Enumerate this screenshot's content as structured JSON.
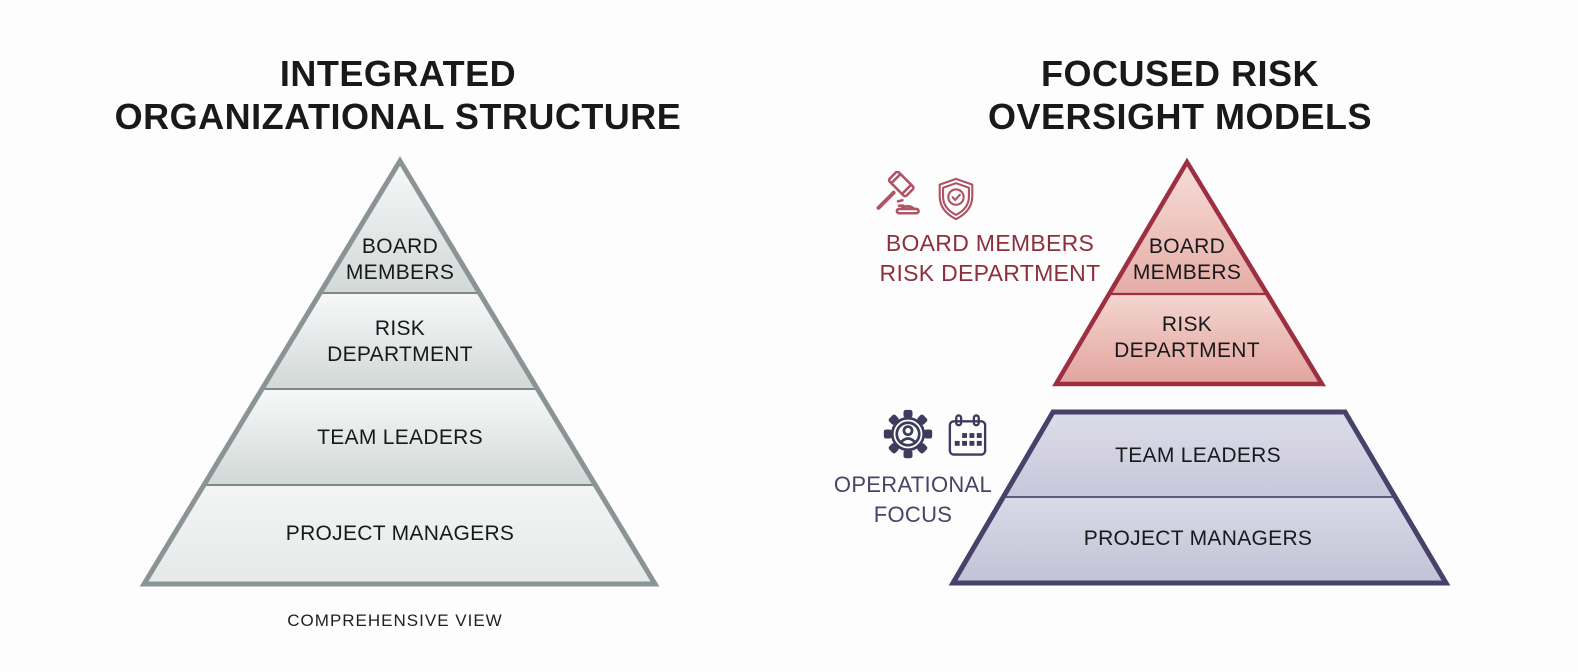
{
  "background_color": "#fdfdfd",
  "left_diagram": {
    "title_lines": [
      "INTEGRATED",
      "ORGANIZATIONAL STRUCTURE"
    ],
    "shape": "pyramid-4-level",
    "levels": [
      {
        "label": "BOARD MEMBERS"
      },
      {
        "label": "RISK DEPARTMENT"
      },
      {
        "label": "TEAM LEADERS"
      },
      {
        "label": "PROJECT MANAGERS"
      }
    ],
    "caption": "COMPREHENSIVE VIEW",
    "colors": {
      "border": "#8b9495",
      "fill_light": "#f6f8f8",
      "fill_dark": "#d2d8d7",
      "text": "#17191b"
    }
  },
  "right_diagram": {
    "title_lines": [
      "FOCUSED RISK",
      "OVERSIGHT MODELS"
    ],
    "oversight_group": {
      "shape": "triangle-2-level",
      "icons": [
        "gavel-icon",
        "shield-check-icon"
      ],
      "annotation_lines": [
        "BOARD MEMBERS",
        "RISK DEPARTMENT"
      ],
      "levels": [
        {
          "label": "BOARD MEMBERS"
        },
        {
          "label": "RISK DEPARTMENT"
        }
      ],
      "colors": {
        "border": "#9d2f42",
        "fill_light": "#f5dad4",
        "fill_dark": "#e3a7a1",
        "annotation_text": "#8e2f3e"
      }
    },
    "operational_group": {
      "shape": "trapezoid-2-level",
      "icons": [
        "gear-user-icon",
        "calendar-icon"
      ],
      "annotation": "OPERATIONAL FOCUS",
      "levels": [
        {
          "label": "TEAM LEADERS"
        },
        {
          "label": "PROJECT MANAGERS"
        }
      ],
      "colors": {
        "border": "#45436a",
        "fill_light": "#dddce9",
        "fill_dark": "#c5c4d8",
        "annotation_text": "#474566"
      }
    }
  }
}
